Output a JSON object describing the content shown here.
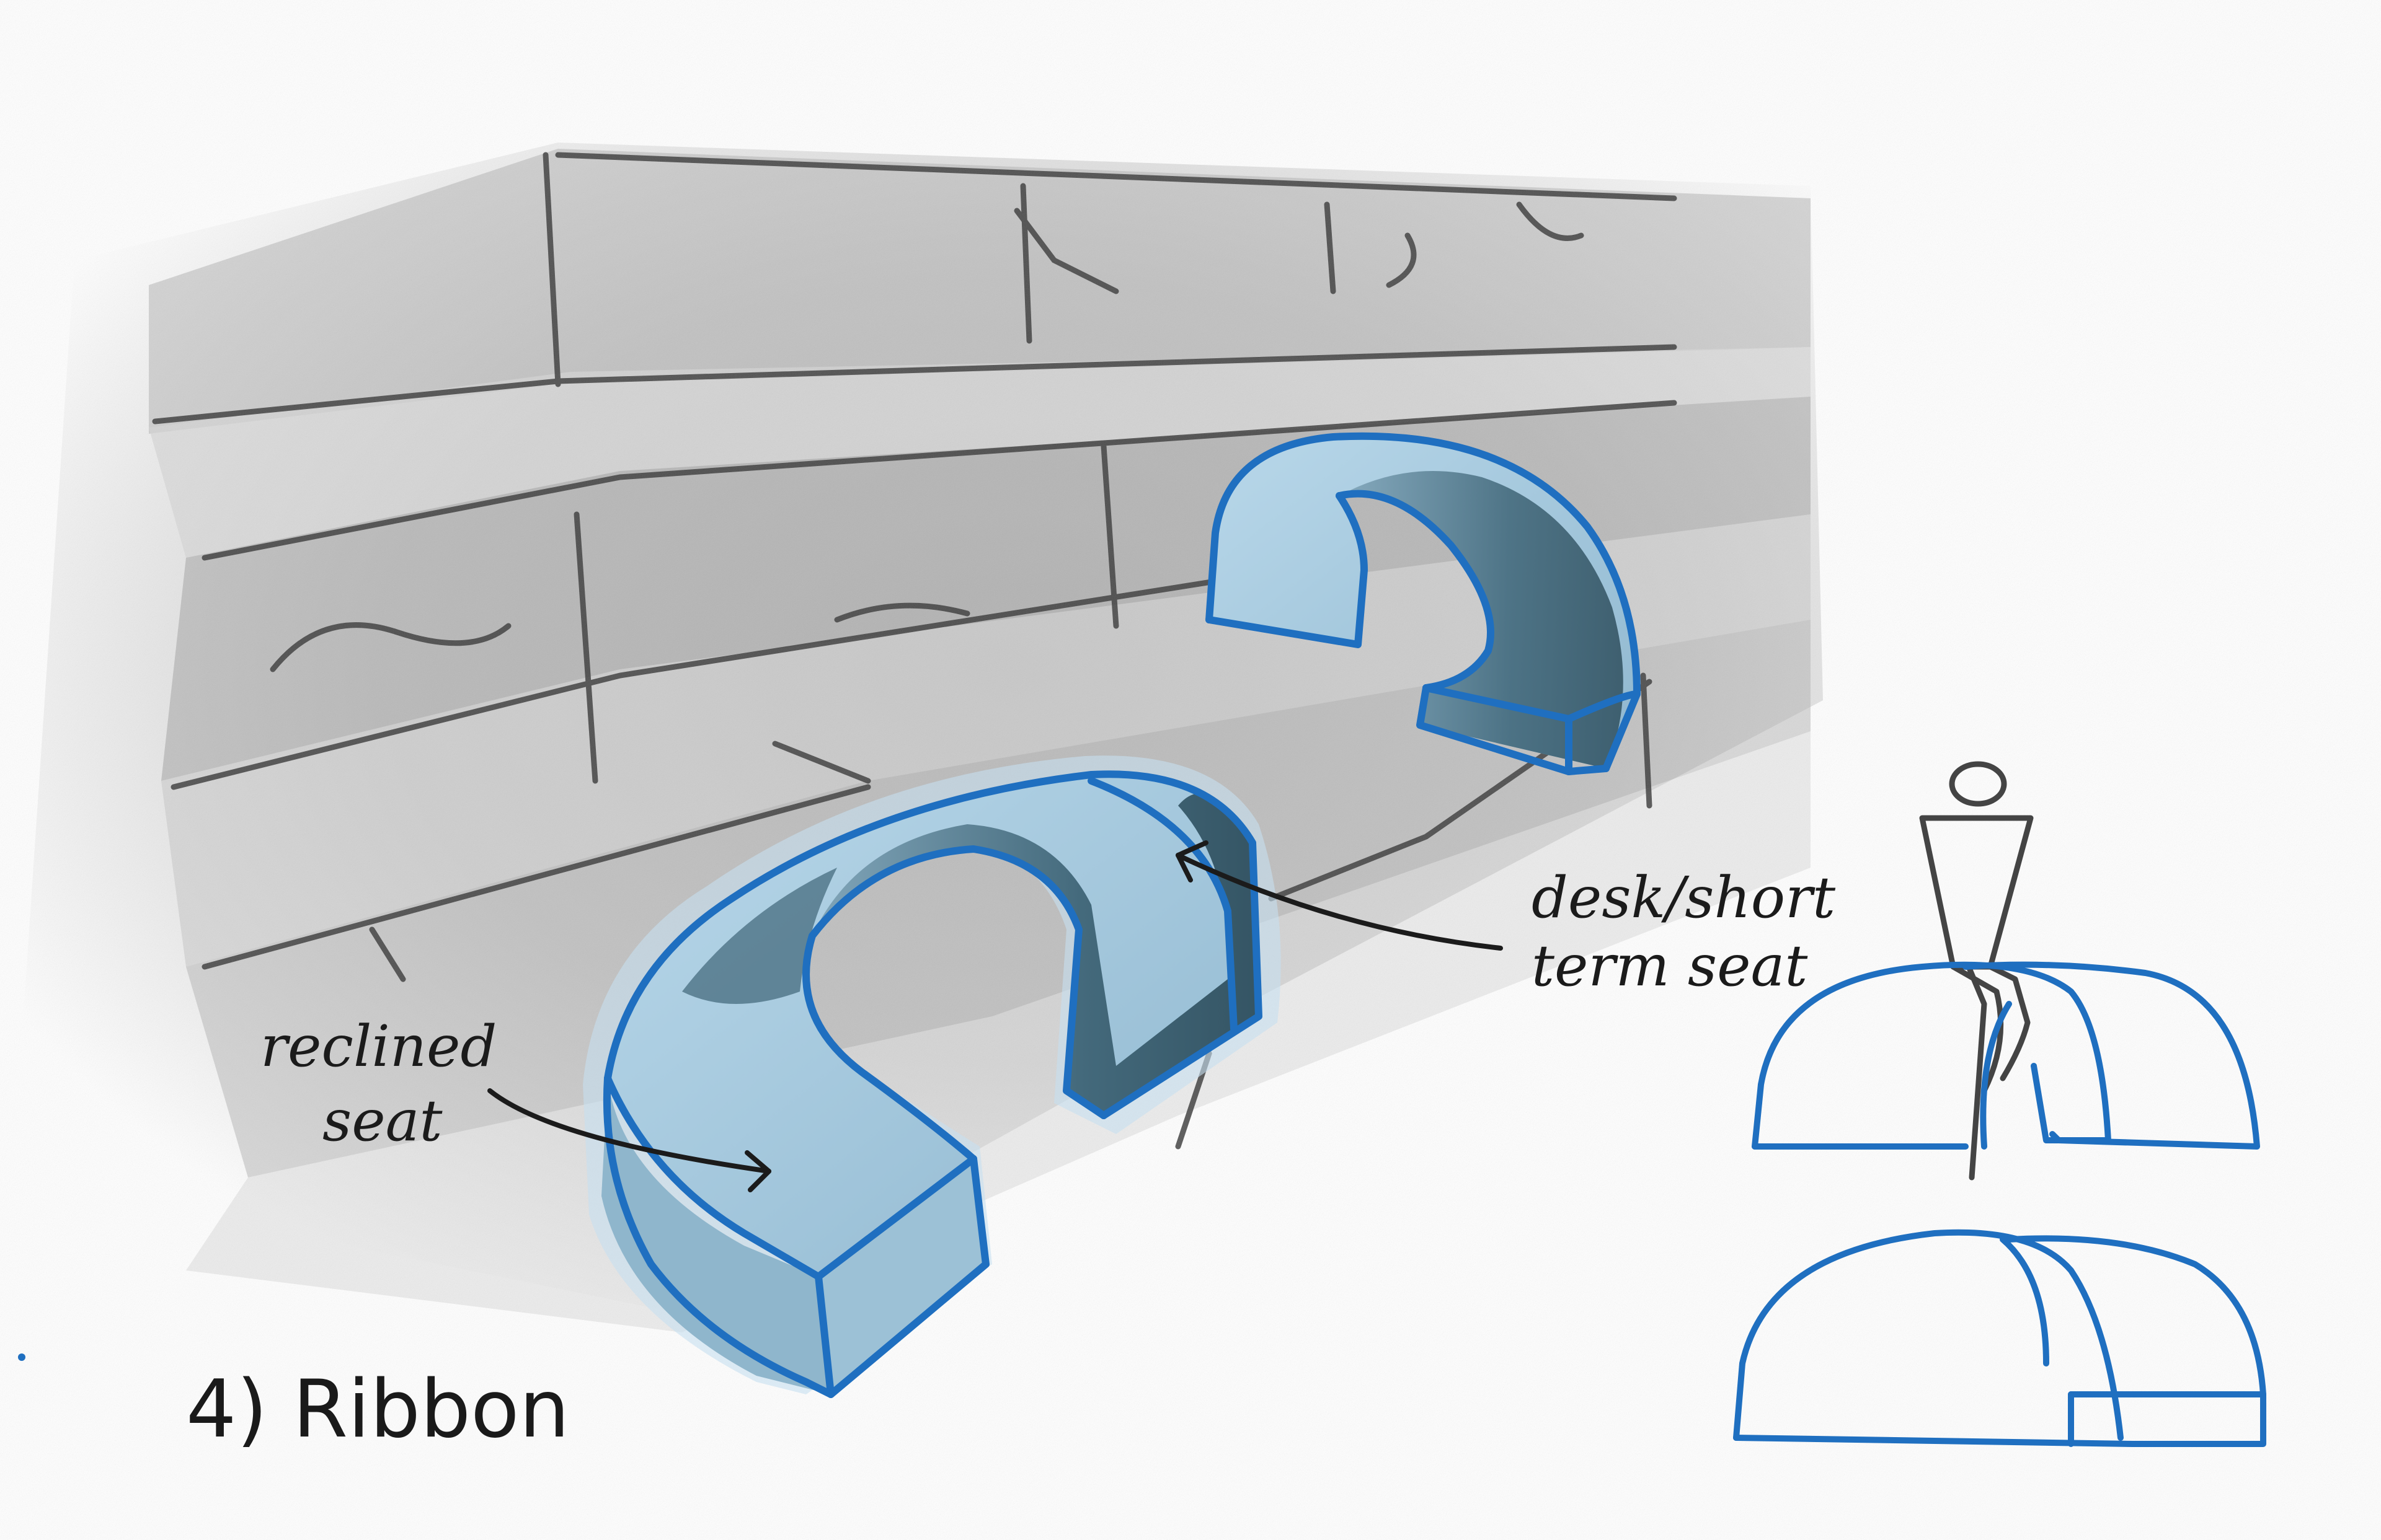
{
  "title": "4) Ribbon",
  "annotations": {
    "desk": [
      "desk/short",
      "term seat"
    ],
    "reclined": [
      "reclined",
      "seat"
    ]
  },
  "colors": {
    "ribbon_stroke": "#1f6fc0",
    "ribbon_fill_light": "#a9cce0",
    "ribbon_fill_dark": "#3f6577",
    "stone": "#8c8c8c",
    "ink": "#1b1b1b"
  }
}
